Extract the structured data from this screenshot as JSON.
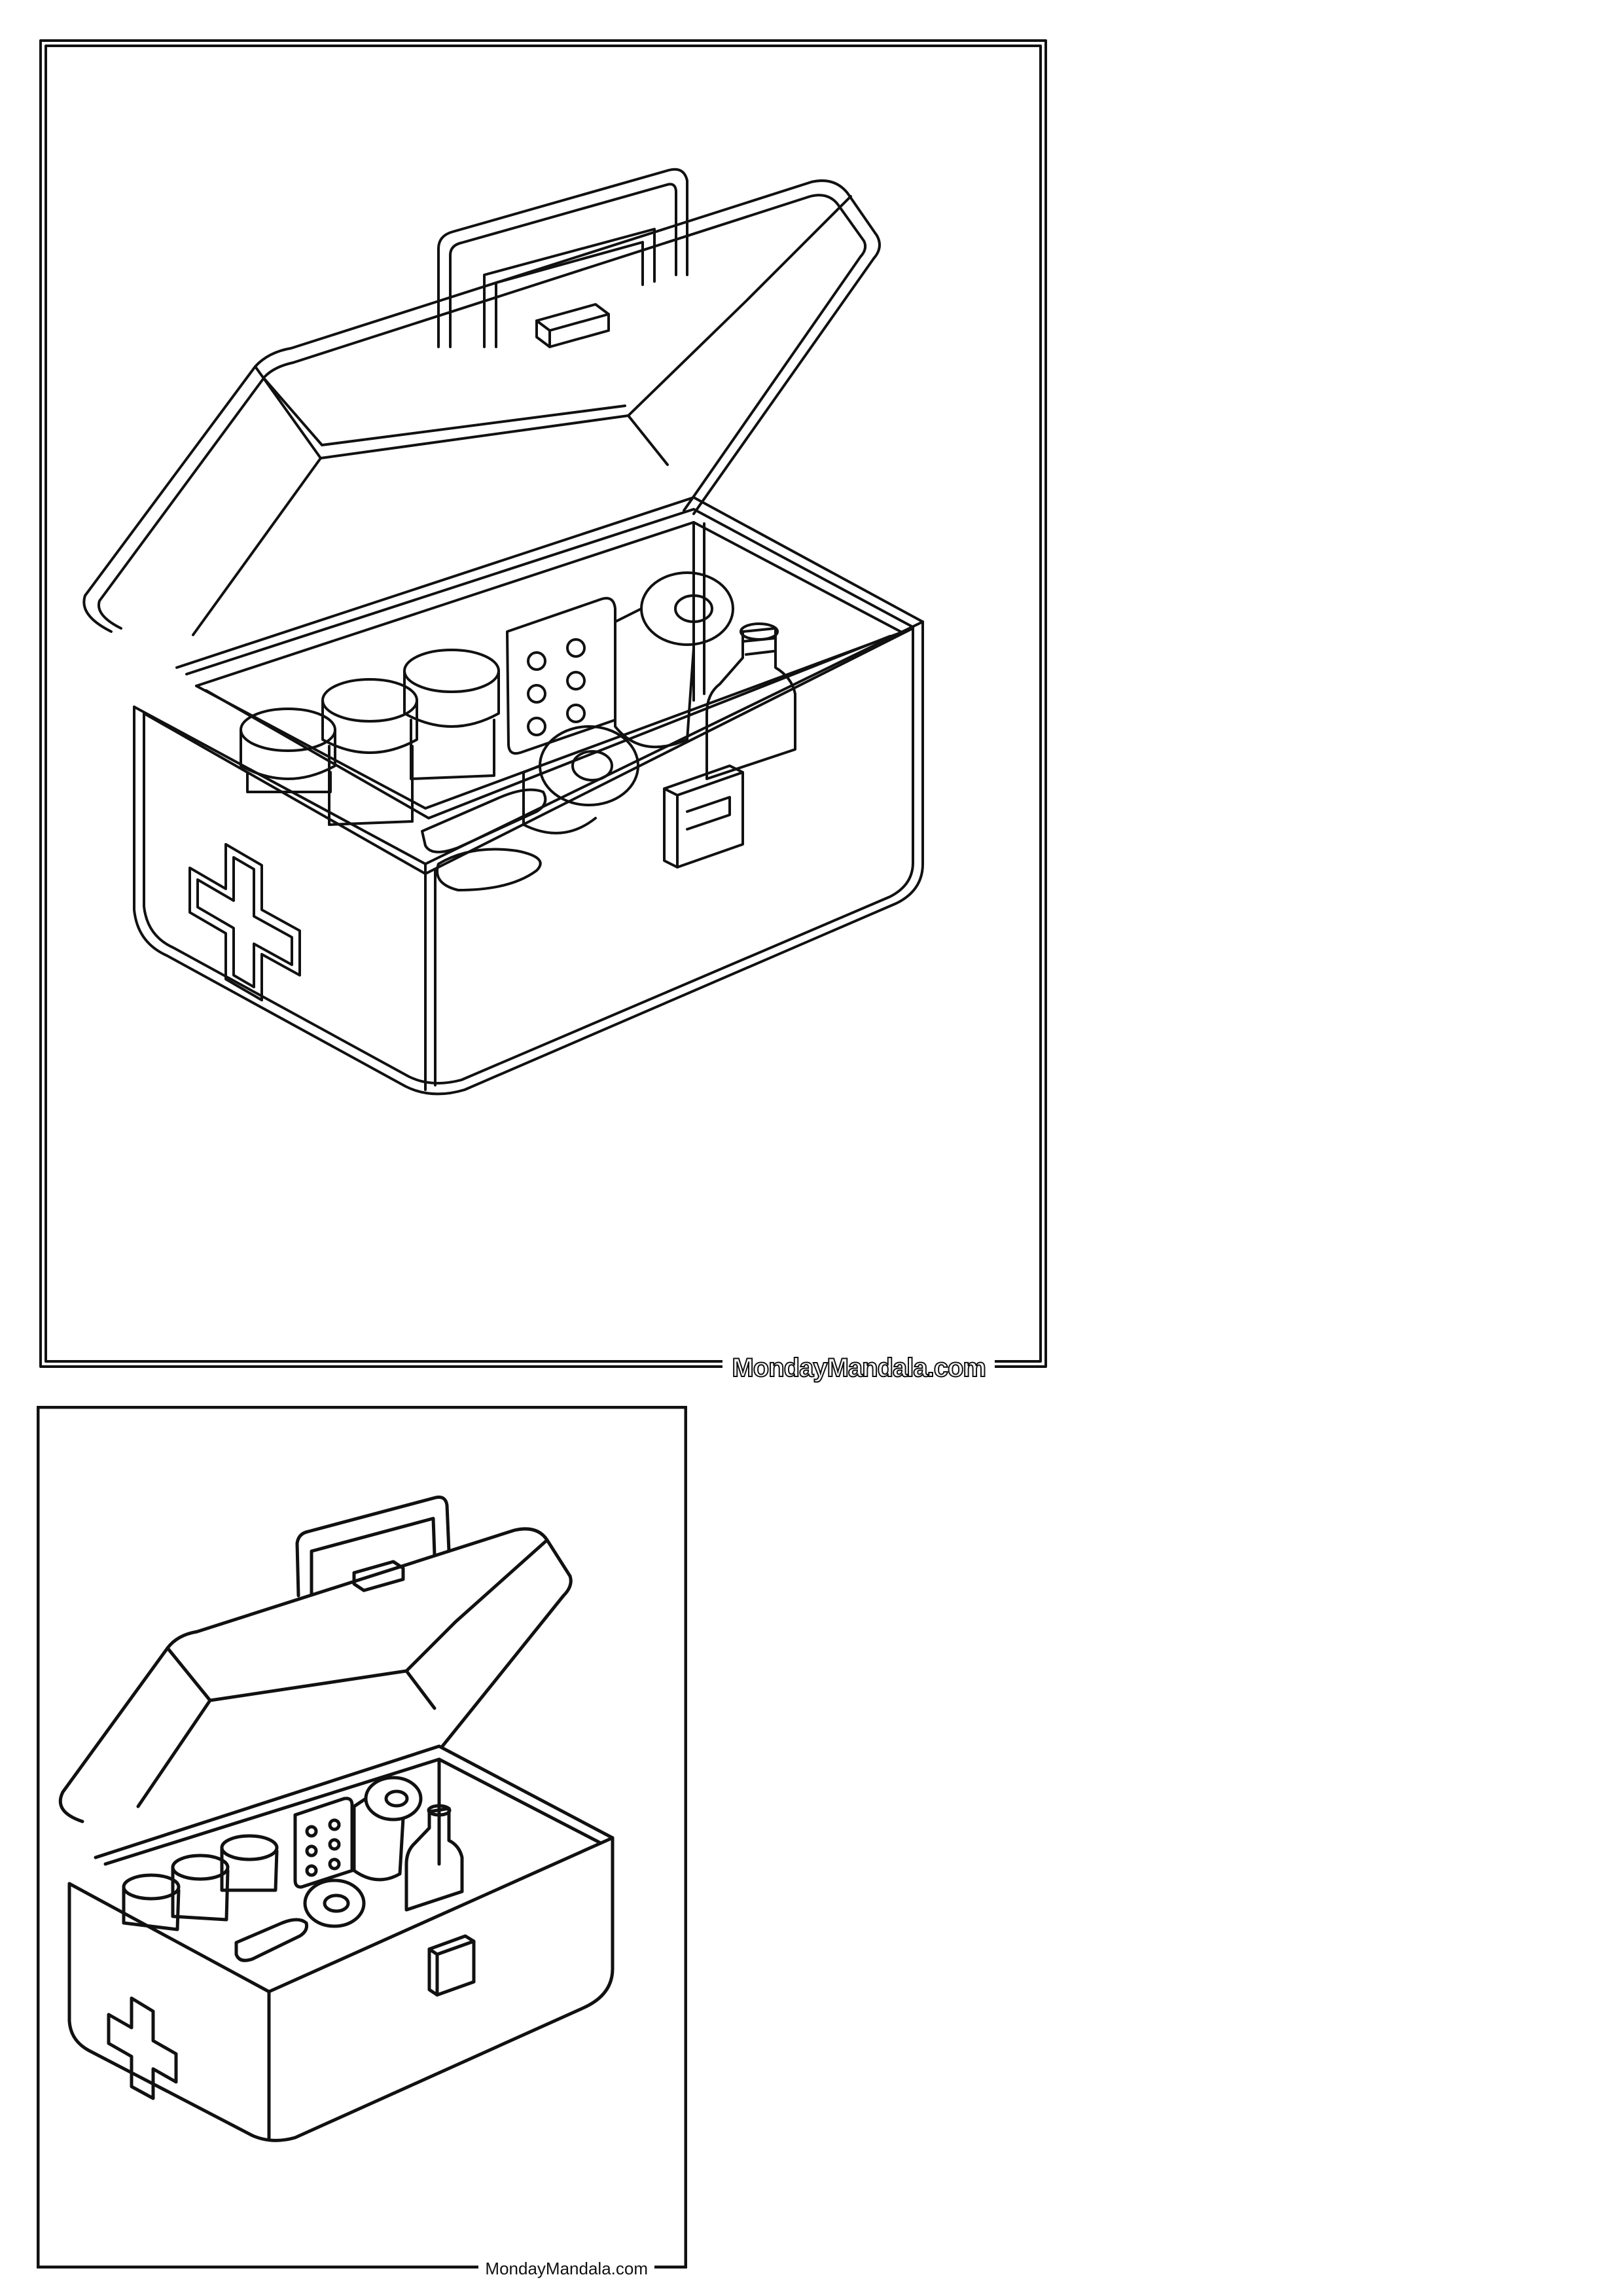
{
  "pages": [
    {
      "id": "outline-version",
      "watermark": "MondayMandala.com"
    },
    {
      "id": "bold-version",
      "watermark": "MondayMandala.com"
    }
  ],
  "illustration": {
    "icons": [
      "first-aid-kit-icon",
      "medical-cross-icon",
      "pill-bottle-icon",
      "blister-pack-icon",
      "bandage-roll-icon",
      "medicine-bottle-icon"
    ]
  },
  "colors": {
    "ink": "#111111",
    "paper": "#ffffff"
  }
}
